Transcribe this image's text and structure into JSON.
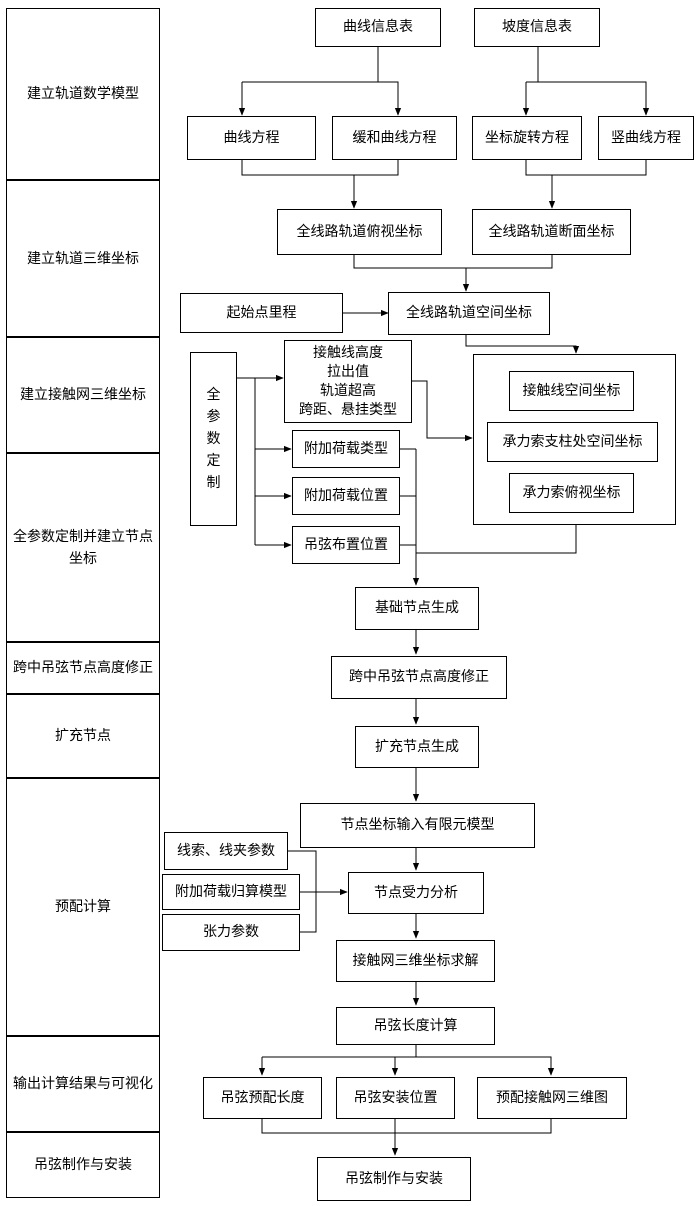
{
  "stages": [
    "建立轨道数学模型",
    "建立轨道三维坐标",
    "建立接触网三维坐标",
    "全参数定制并建立节点坐标",
    "跨中吊弦节点高度修正",
    "扩充节点",
    "预配计算",
    "输出计算结果与可视化",
    "吊弦制作与安装"
  ],
  "nodes": {
    "curve_info": "曲线信息表",
    "slope_info": "坡度信息表",
    "curve_eq": "曲线方程",
    "transition_eq": "缓和曲线方程",
    "rotation_eq": "坐标旋转方程",
    "vertical_eq": "竖曲线方程",
    "top_view": "全线路轨道俯视坐标",
    "section": "全线路轨道断面坐标",
    "start_mileage": "起始点里程",
    "space_coord": "全线路轨道空间坐标",
    "params": [
      "接触线高度",
      "拉出值",
      "轨道超高",
      "跨距、悬挂类型"
    ],
    "full_param": [
      "全",
      "参",
      "数",
      "定",
      "制"
    ],
    "load_type": "附加荷载类型",
    "load_pos": "附加荷载位置",
    "dropper_layout": "吊弦布置位置",
    "cw_space": "接触线空间坐标",
    "mw_support": "承力索支柱处空间坐标",
    "mw_top": "承力索俯视坐标",
    "base_nodes": "基础节点生成",
    "height_fix": "跨中吊弦节点高度修正",
    "extend_nodes": "扩充节点生成",
    "fem_input": "节点坐标输入有限元模型",
    "wire_params": "线索、线夹参数",
    "load_model": "附加荷载归算模型",
    "tension": "张力参数",
    "force_analysis": "节点受力分析",
    "solve_3d": "接触网三维坐标求解",
    "dropper_len": "吊弦长度计算",
    "pre_len": "吊弦预配长度",
    "install_pos": "吊弦安装位置",
    "pre_3d": "预配接触网三维图",
    "make_install": "吊弦制作与安装"
  }
}
